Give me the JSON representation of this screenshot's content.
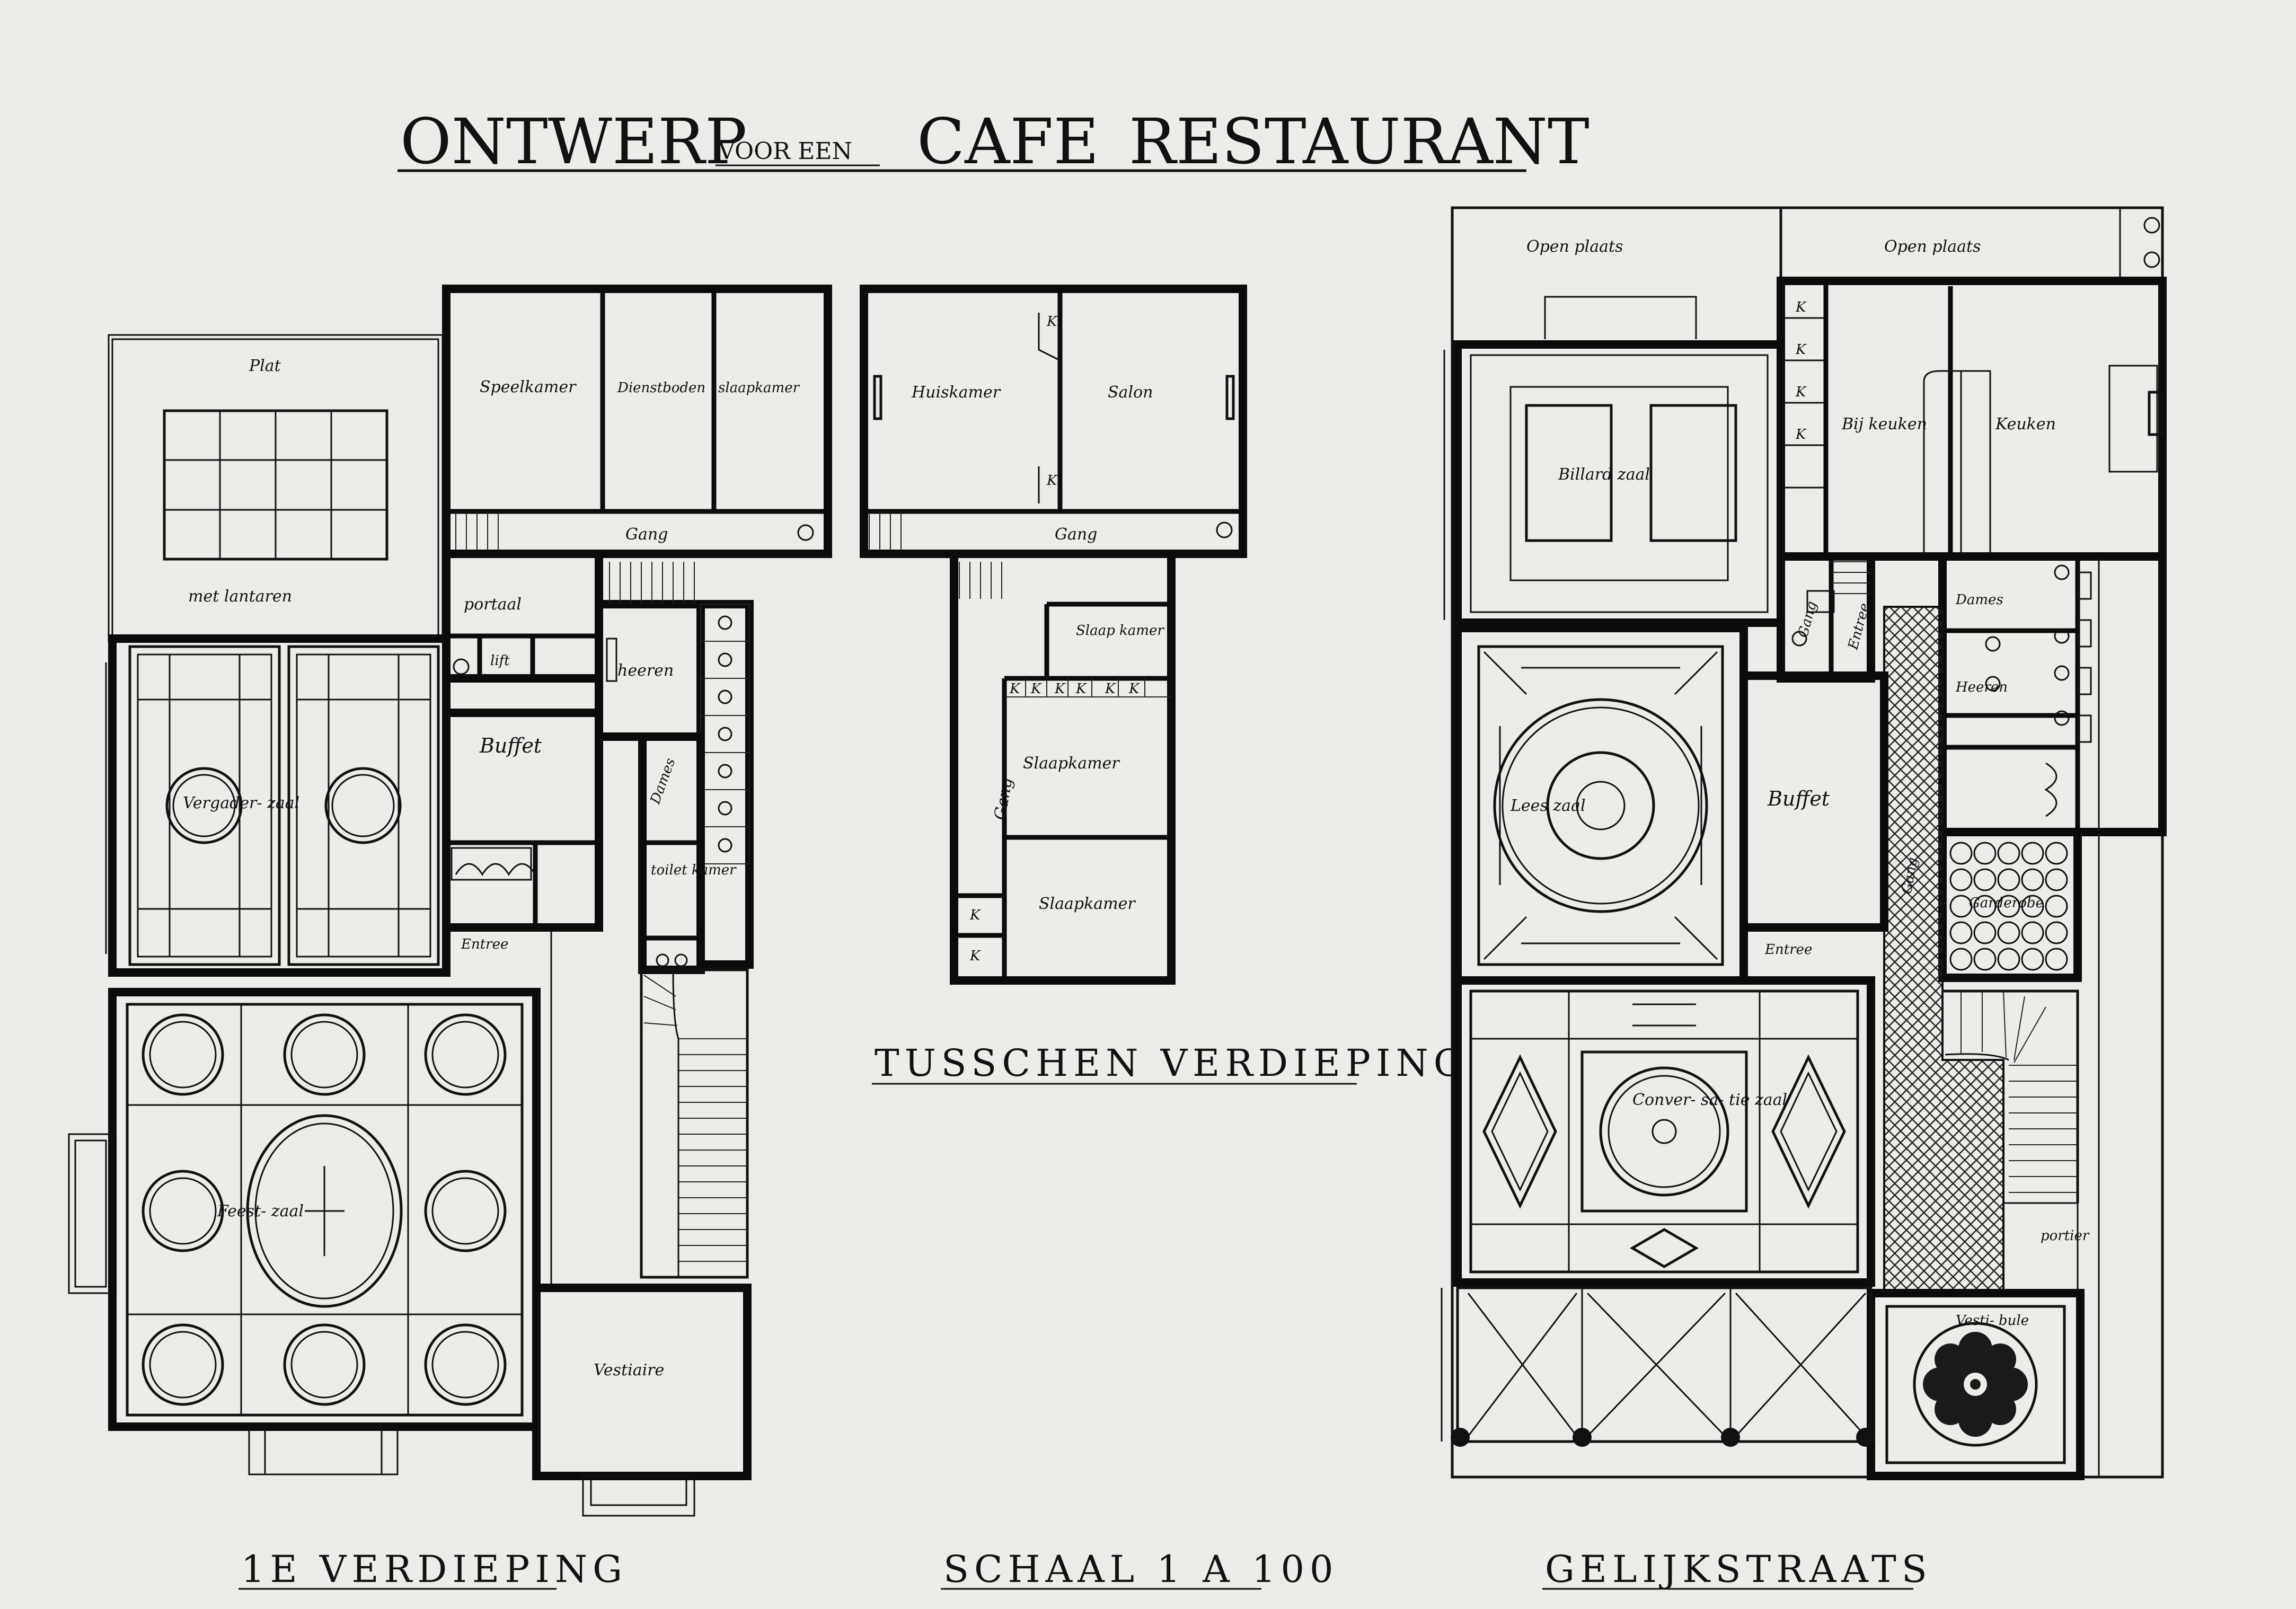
{
  "title": {
    "ontwerp": "ONTWERP",
    "voor_een": "VOOR EEN",
    "cafe": "CAFE",
    "restaurant": "RESTAURANT"
  },
  "captions": {
    "first_floor": "1E VERDIEPING",
    "mezzanine": "TUSSCHEN VERDIEPING",
    "scale": "SCHAAL 1 A 100",
    "ground_floor": "GELIJKSTRAATS"
  },
  "first_floor_rooms": {
    "plat": "Plat",
    "met_lantaren": "met lantaren",
    "speelkamer": "Speelkamer",
    "dienstboden": "Dienstboden",
    "slaapkamer": "slaapkamer",
    "gang": "Gang",
    "portaal": "portaal",
    "lift": "lift",
    "heeren": "heeren",
    "buffet": "Buffet",
    "dames": "Dames",
    "toilet_kamer": "toilet kamer",
    "entree": "Entree",
    "vergader_zaal": "Vergader- zaal",
    "feest_zaal": "Feest- zaal",
    "vestiaire": "Vestiaire"
  },
  "mezzanine_rooms": {
    "huiskamer": "Huiskamer",
    "salon": "Salon",
    "gang_top": "Gang",
    "slaap_kamer_small": "Slaap kamer",
    "gang_side": "Gang",
    "slaapkamer_1": "Slaapkamer",
    "slaapkamer_2": "Slaapkamer",
    "k": "K"
  },
  "ground_floor_rooms": {
    "open_plaats_1": "Open plaats",
    "open_plaats_2": "Open plaats",
    "billard_zaal": "Billard zaal",
    "bij_keuken": "Bij keuken",
    "keuken": "Keuken",
    "gang": "Gang",
    "entree_small": "Entree",
    "dames": "Dames",
    "heeren": "Heeren",
    "lees_zaal": "Lees zaal",
    "buffet": "Buffet",
    "entree": "Entree",
    "garderobe": "Garderobe",
    "gang_vertical": "Gang",
    "conversatie_zaal": "Conver- sa- tie zaal",
    "portier": "portier",
    "vestibule": "Vesti- bule"
  }
}
